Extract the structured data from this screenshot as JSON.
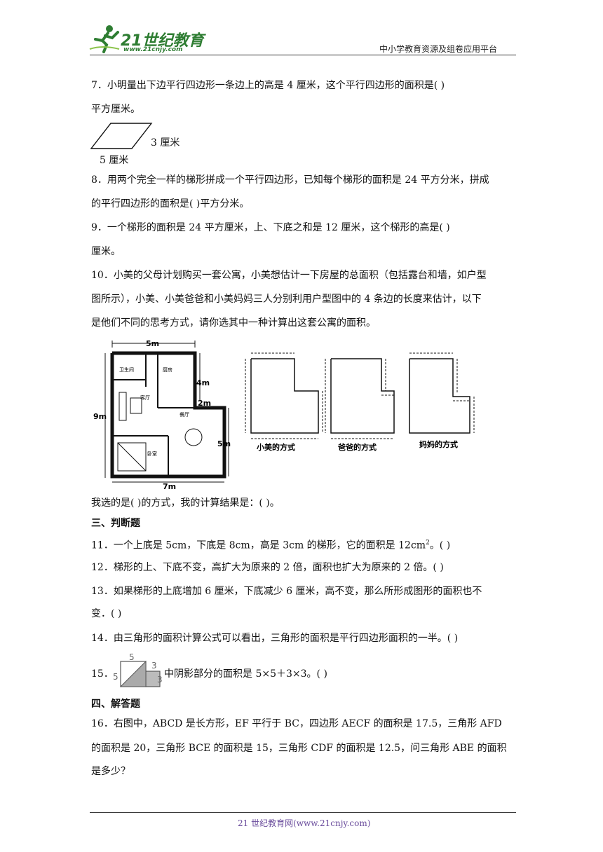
{
  "header": {
    "logo_main": "21世纪教育",
    "logo_url": "www.21cnjy.com",
    "platform": "中小学教育资源及组卷应用平台"
  },
  "q7": {
    "line1": "7．小明量出下边平行四边形一条边上的高是 4 厘米，这个平行四边形的面积是(              )",
    "line2": "平方厘米。",
    "side_label": "3 厘米",
    "base_label": "5 厘米"
  },
  "q8": {
    "line1": "8．用两个完全一样的梯形拼成一个平行四边形，已知每个梯形的面积是 24 平方分米，拼成",
    "line2": "的平行四边形的面积是(                )平方分米。"
  },
  "q9": {
    "line1": "9．一个梯形的面积是 24 平方厘米，上、下底之和是 12 厘米，这个梯形的高是(              )",
    "line2": "厘米。"
  },
  "q10": {
    "line1": "10．小美的父母计划购买一套公寓，小美想估计一下房屋的总面积（包括露台和墙，如户型",
    "line2": "图所示），小美、小美爸爸和小美妈妈三人分别利用户型图中的 4 条边的长度来估计，以下",
    "line3": "是他们不同的思考方式，请你选其中一种计算出这套公寓的面积。",
    "answer_line": "我选的是(              )的方式，我的计算结果是：(              )。",
    "floorplan": {
      "top_dim": "5m",
      "left_dim": "9m",
      "right_top_dim": "4m",
      "step_dim": "2m",
      "right_dim": "5m",
      "bottom_dim": "7m",
      "rooms": [
        "卫生间",
        "厨房",
        "客厅",
        "餐厅",
        "卧室"
      ]
    },
    "methods": [
      "小美的方式",
      "爸爸的方式",
      "妈妈的方式"
    ]
  },
  "section3": {
    "title": "三、判断题"
  },
  "q11": {
    "text_a": "11．一个上底是 5cm，下底是 8cm，高是 3cm 的梯形，它的面积是 12cm",
    "sup": "2",
    "text_b": "。(            )"
  },
  "q12": {
    "text": "12．梯形的上、下底不变，高扩大为原来的 2 倍，面积也扩大为原来的 2 倍。(              )"
  },
  "q13": {
    "line1": "13．如果梯形的上底增加 6 厘米，下底减少 6 厘米，高不变，那么所形成图形的面积也不",
    "line2": "变．(          )"
  },
  "q14": {
    "text": "14．由三角形的面积计算公式可以看出，三角形的面积是平行四边形面积的一半。(            )"
  },
  "q15": {
    "num": "15．",
    "text": "中阴影部分的面积是 5×5＋3×3。(              )",
    "fig_labels": [
      "5",
      "5",
      "3",
      "3"
    ]
  },
  "section4": {
    "title": "四、解答题"
  },
  "q16": {
    "line1": "16．右图中，ABCD 是长方形，EF 平行于 BC，四边形 AECF 的面积是 17.5，三角形 AFD",
    "line2": "的面积是 20，三角形 BCE 的面积是 15，三角形 CDF 的面积是 12.5，问三角形 ABE 的面积",
    "line3": "是多少？"
  },
  "footer": {
    "text": "21 世纪教育网(www.21cnjy.com)"
  }
}
